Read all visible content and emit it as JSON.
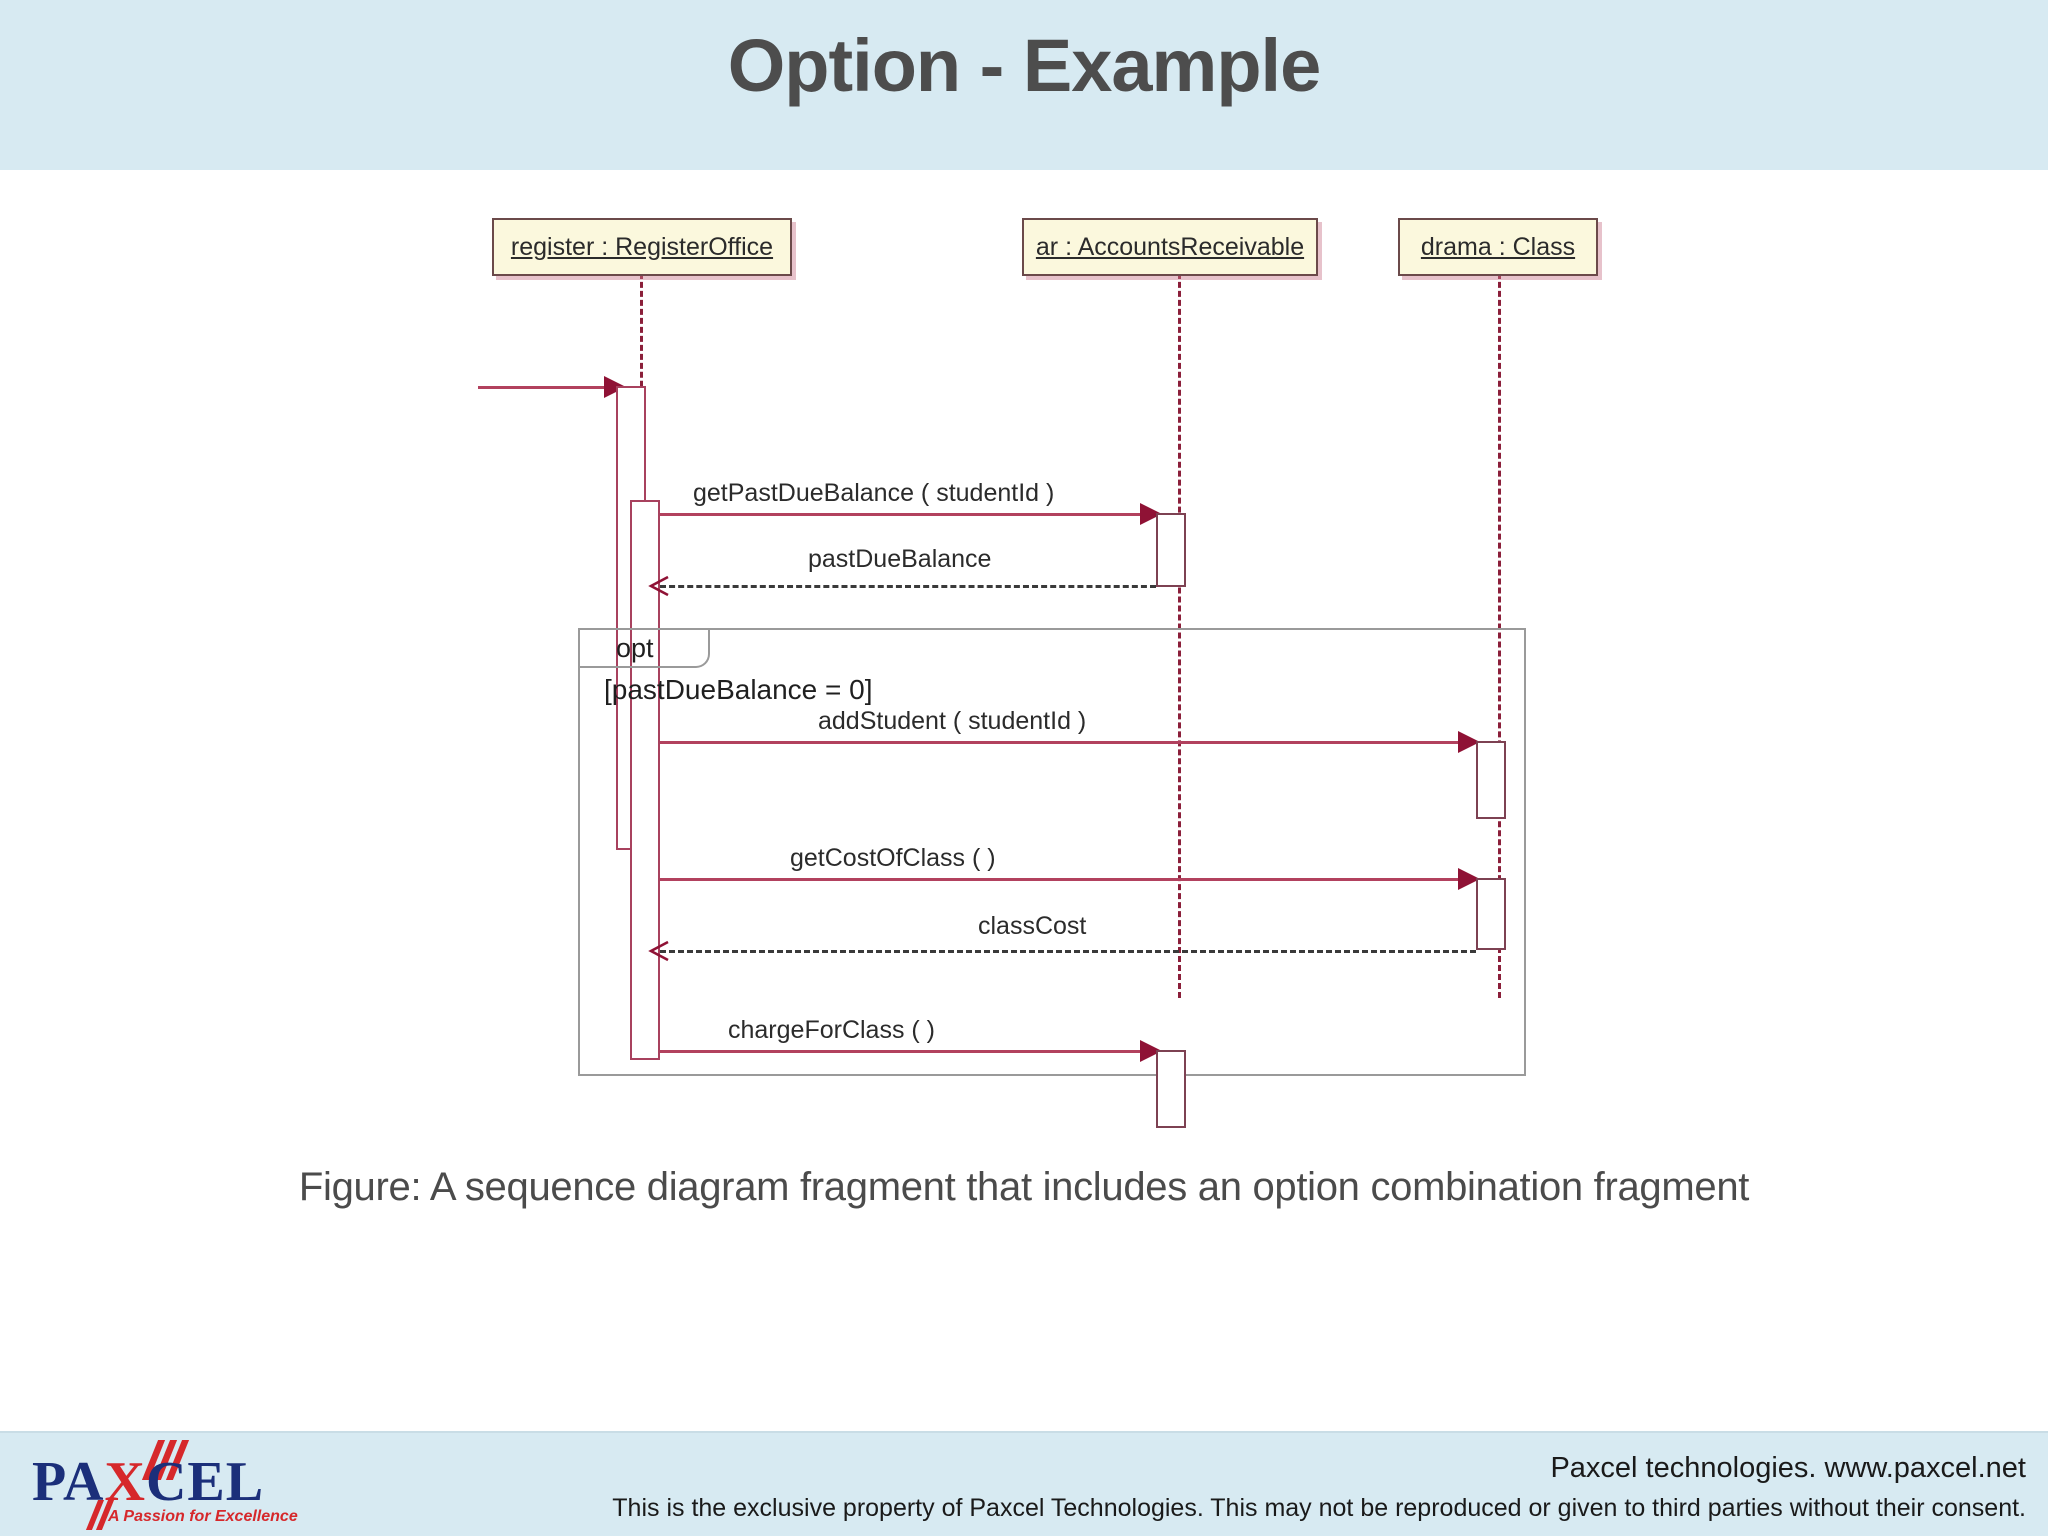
{
  "header": {
    "title": "Option - Example",
    "band_color": "#d7eaf2",
    "title_color": "#4d4d4d"
  },
  "diagram": {
    "type": "uml-sequence-diagram",
    "lifelines": [
      {
        "id": "register",
        "label": "register : RegisterOffice"
      },
      {
        "id": "ar",
        "label": "ar : AccountsReceivable"
      },
      {
        "id": "drama",
        "label": "drama : Class"
      }
    ],
    "messages": [
      {
        "id": "found",
        "label": "",
        "from": "found",
        "to": "register",
        "kind": "found"
      },
      {
        "id": "m1",
        "label": "getPastDueBalance ( studentId )",
        "from": "register",
        "to": "ar",
        "kind": "call"
      },
      {
        "id": "m2",
        "label": "pastDueBalance",
        "from": "ar",
        "to": "register",
        "kind": "return"
      },
      {
        "id": "m3",
        "label": "addStudent ( studentId )",
        "from": "register",
        "to": "drama",
        "kind": "call"
      },
      {
        "id": "m4",
        "label": "getCostOfClass ( )",
        "from": "register",
        "to": "drama",
        "kind": "call"
      },
      {
        "id": "m5",
        "label": "classCost",
        "from": "drama",
        "to": "register",
        "kind": "return"
      },
      {
        "id": "m6",
        "label": "chargeForClass ( )",
        "from": "register",
        "to": "ar",
        "kind": "call"
      }
    ],
    "fragment": {
      "operator": "opt",
      "guard": "[pastDueBalance = 0]"
    },
    "colors": {
      "message": "#b2415e",
      "arrowhead": "#8f1235",
      "lifeline": "#8b1f3a",
      "activation_border": "#a8415e",
      "box_fill": "#fbf8dd",
      "box_border": "#6b4a4a",
      "fragment_border": "#9a9a9a"
    }
  },
  "caption": "Figure: A sequence diagram fragment that includes an option combination fragment",
  "footer": {
    "company_line": "Paxcel technologies. www.paxcel.net",
    "notice": "This is the exclusive property of Paxcel Technologies. This may not be reproduced or given to third parties without their consent.",
    "logo": {
      "word_part1": "PA",
      "word_x": "X",
      "word_part2": "CEL",
      "tagline": "A Passion for Excellence"
    }
  }
}
